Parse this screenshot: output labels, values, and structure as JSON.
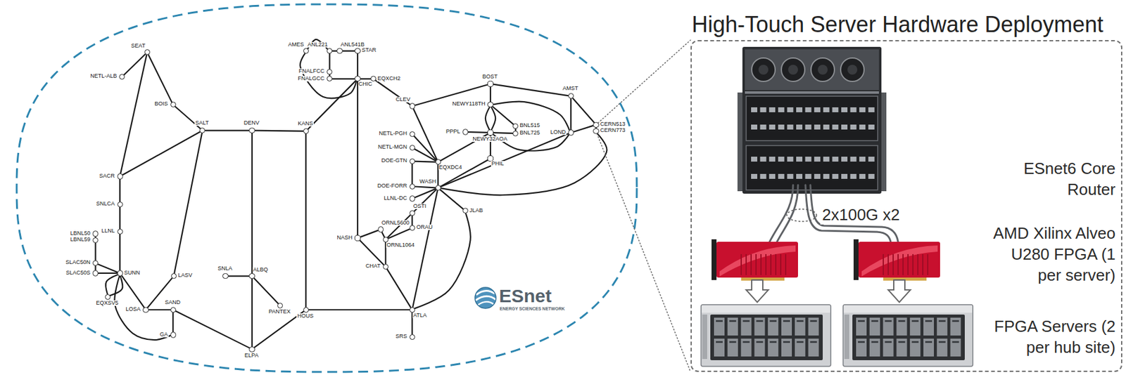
{
  "diagram": {
    "nodes": [
      {
        "text": [
          "SEAT"
        ]
      },
      {
        "text": [
          "NETL-ALB"
        ]
      },
      {
        "text": [
          "BOIS"
        ]
      },
      {
        "text": [
          "SALT"
        ]
      },
      {
        "text": [
          "SACR"
        ]
      },
      {
        "text": [
          "SNLCA"
        ]
      },
      {
        "text": [
          "LBNL50"
        ]
      },
      {
        "text": [
          "LBNL59"
        ]
      },
      {
        "text": [
          "LLNL"
        ]
      },
      {
        "text": [
          "SLAC50N"
        ]
      },
      {
        "text": [
          "SLAC50S"
        ]
      },
      {
        "text": [
          "SUNN"
        ]
      },
      {
        "text": [
          "EQXSV5"
        ]
      },
      {
        "text": [
          "LASV"
        ]
      },
      {
        "text": [
          "LOSA"
        ]
      },
      {
        "text": [
          "SAND"
        ]
      },
      {
        "text": [
          "GA"
        ]
      },
      {
        "text": [
          "DENV"
        ]
      },
      {
        "text": [
          "SNLA"
        ]
      },
      {
        "text": [
          "ALBQ"
        ]
      },
      {
        "text": [
          "PANTEX"
        ]
      },
      {
        "text": [
          "ELPA"
        ]
      },
      {
        "text": [
          "KANS"
        ]
      },
      {
        "text": [
          "HOUS"
        ]
      },
      {
        "text": [
          "AMES"
        ]
      },
      {
        "text": [
          "ANL221"
        ]
      },
      {
        "text": [
          "ANL541B"
        ]
      },
      {
        "text": [
          "STAR"
        ]
      },
      {
        "text": [
          "FNALFCC"
        ]
      },
      {
        "text": [
          "FNALGCC"
        ]
      },
      {
        "text": [
          "CHIC"
        ]
      },
      {
        "text": [
          "EQXCH2"
        ]
      },
      {
        "text": [
          "CLEV"
        ]
      },
      {
        "text": [
          "NETL-PGH"
        ]
      },
      {
        "text": [
          "NETL-MGN"
        ]
      },
      {
        "text": [
          "DOE-GTN"
        ]
      },
      {
        "text": [
          "EQXDC4"
        ]
      },
      {
        "text": [
          "DOE-FORR"
        ]
      },
      {
        "text": [
          "WASH"
        ]
      },
      {
        "text": [
          "LLNL-DC"
        ]
      },
      {
        "text": [
          "OSTI"
        ]
      },
      {
        "text": [
          "ORNL5600"
        ]
      },
      {
        "text": [
          "ORAU"
        ]
      },
      {
        "text": [
          "NASH"
        ]
      },
      {
        "text": [
          "ORNL1064"
        ]
      },
      {
        "text": [
          "CHAT"
        ]
      },
      {
        "text": [
          "ATLA"
        ]
      },
      {
        "text": [
          "SRS"
        ]
      },
      {
        "text": [
          "JLAB"
        ]
      },
      {
        "text": [
          "BOST"
        ]
      },
      {
        "text": [
          "NEWY118TH"
        ]
      },
      {
        "text": [
          "PPPL"
        ]
      },
      {
        "text": [
          "NEWY32AOA"
        ]
      },
      {
        "text": [
          "BNL515"
        ]
      },
      {
        "text": [
          "BNL725"
        ]
      },
      {
        "text": [
          "PHIL"
        ]
      },
      {
        "text": [
          "AMST"
        ]
      },
      {
        "text": [
          "LOND"
        ]
      },
      {
        "text": [
          "CERN513"
        ]
      },
      {
        "text": [
          "CERN773"
        ]
      },
      {
        "text": [
          "High-Touch Server Hardware Deployment"
        ]
      }
    ],
    "edges": [
      {
        "from": 0,
        "to": 1,
        "arrow": "none"
      },
      {
        "from": 0,
        "to": 2,
        "arrow": "none"
      },
      {
        "from": 0,
        "to": 4,
        "arrow": "none"
      },
      {
        "from": 2,
        "to": 3,
        "arrow": "none"
      },
      {
        "from": 3,
        "to": 4,
        "arrow": "none"
      },
      {
        "from": 3,
        "to": 17,
        "arrow": "none"
      },
      {
        "from": 3,
        "to": 13,
        "arrow": "none"
      },
      {
        "from": 4,
        "to": 5,
        "arrow": "none"
      },
      {
        "from": 5,
        "to": 8,
        "arrow": "none"
      },
      {
        "from": 8,
        "to": 11,
        "arrow": "none"
      },
      {
        "from": 6,
        "to": 7,
        "arrow": "none"
      },
      {
        "from": 7,
        "to": 9,
        "arrow": "none"
      },
      {
        "from": 9,
        "to": 10,
        "arrow": "none"
      },
      {
        "from": 9,
        "to": 11,
        "arrow": "none"
      },
      {
        "from": 10,
        "to": 11,
        "arrow": "none"
      },
      {
        "from": 11,
        "to": 12,
        "arrow": "none"
      },
      {
        "from": 11,
        "to": 12,
        "arrow": "none"
      },
      {
        "from": 11,
        "to": 14,
        "arrow": "none"
      },
      {
        "from": 11,
        "to": 16,
        "arrow": "none"
      },
      {
        "from": 13,
        "to": 14,
        "arrow": "none"
      },
      {
        "from": 14,
        "to": 15,
        "arrow": "none"
      },
      {
        "from": 15,
        "to": 16,
        "arrow": "none"
      },
      {
        "from": 15,
        "to": 21,
        "arrow": "none"
      },
      {
        "from": 21,
        "to": 19,
        "arrow": "none"
      },
      {
        "from": 19,
        "to": 18,
        "arrow": "none"
      },
      {
        "from": 19,
        "to": 17,
        "arrow": "none"
      },
      {
        "from": 19,
        "to": 20,
        "arrow": "none"
      },
      {
        "from": 21,
        "to": 23,
        "arrow": "none"
      },
      {
        "from": 17,
        "to": 22,
        "arrow": "none"
      },
      {
        "from": 22,
        "to": 23,
        "arrow": "none"
      },
      {
        "from": 22,
        "to": 30,
        "arrow": "none"
      },
      {
        "from": 23,
        "to": 46,
        "arrow": "none"
      },
      {
        "from": 24,
        "to": 25,
        "arrow": "none"
      },
      {
        "from": 24,
        "to": 30,
        "arrow": "none"
      },
      {
        "from": 25,
        "to": 26,
        "arrow": "none"
      },
      {
        "from": 26,
        "to": 27,
        "arrow": "none"
      },
      {
        "from": 25,
        "to": 28,
        "arrow": "none"
      },
      {
        "from": 28,
        "to": 29,
        "arrow": "none"
      },
      {
        "from": 29,
        "to": 30,
        "arrow": "none"
      },
      {
        "from": 27,
        "to": 30,
        "arrow": "none"
      },
      {
        "from": 30,
        "to": 31,
        "arrow": "none"
      },
      {
        "from": 31,
        "to": 32,
        "arrow": "none"
      },
      {
        "from": 30,
        "to": 43,
        "arrow": "none"
      },
      {
        "from": 32,
        "to": 49,
        "arrow": "none"
      },
      {
        "from": 32,
        "to": 36,
        "arrow": "none"
      },
      {
        "from": 33,
        "to": 36,
        "arrow": "none"
      },
      {
        "from": 34,
        "to": 36,
        "arrow": "none"
      },
      {
        "from": 35,
        "to": 36,
        "arrow": "none"
      },
      {
        "from": 35,
        "to": 37,
        "arrow": "none"
      },
      {
        "from": 37,
        "to": 38,
        "arrow": "none"
      },
      {
        "from": 36,
        "to": 38,
        "arrow": "none"
      },
      {
        "from": 39,
        "to": 38,
        "arrow": "none"
      },
      {
        "from": 36,
        "to": 52,
        "arrow": "none"
      },
      {
        "from": 38,
        "to": 55,
        "arrow": "none"
      },
      {
        "from": 55,
        "to": 52,
        "arrow": "none"
      },
      {
        "from": 51,
        "to": 52,
        "arrow": "none"
      },
      {
        "from": 52,
        "to": 50,
        "arrow": "none"
      },
      {
        "from": 52,
        "to": 50,
        "arrow": "none"
      },
      {
        "from": 50,
        "to": 49,
        "arrow": "none"
      },
      {
        "from": 50,
        "to": 53,
        "arrow": "none"
      },
      {
        "from": 52,
        "to": 54,
        "arrow": "none"
      },
      {
        "from": 53,
        "to": 54,
        "arrow": "none"
      },
      {
        "from": 50,
        "to": 57,
        "arrow": "none"
      },
      {
        "from": 52,
        "to": 57,
        "arrow": "none"
      },
      {
        "from": 49,
        "to": 56,
        "arrow": "none"
      },
      {
        "from": 56,
        "to": 57,
        "arrow": "none"
      },
      {
        "from": 56,
        "to": 58,
        "arrow": "none"
      },
      {
        "from": 57,
        "to": 58,
        "arrow": "none"
      },
      {
        "from": 58,
        "to": 59,
        "arrow": "none"
      },
      {
        "from": 38,
        "to": 57,
        "arrow": "none"
      },
      {
        "from": 38,
        "to": 59,
        "arrow": "none"
      },
      {
        "from": 38,
        "to": 48,
        "arrow": "none"
      },
      {
        "from": 48,
        "to": 46,
        "arrow": "none"
      },
      {
        "from": 38,
        "to": 46,
        "arrow": "none"
      },
      {
        "from": 38,
        "to": 44,
        "arrow": "none"
      },
      {
        "from": 41,
        "to": 44,
        "arrow": "none"
      },
      {
        "from": 42,
        "to": 44,
        "arrow": "none"
      },
      {
        "from": 43,
        "to": 41,
        "arrow": "none"
      },
      {
        "from": 43,
        "to": 45,
        "arrow": "none"
      },
      {
        "from": 44,
        "to": 45,
        "arrow": "none"
      },
      {
        "from": 45,
        "to": 46,
        "arrow": "none"
      },
      {
        "from": 40,
        "to": 42,
        "arrow": "none"
      },
      {
        "from": 46,
        "to": 47,
        "arrow": "none"
      },
      {
        "from": 58,
        "to": 60,
        "arrow": "none"
      },
      {
        "from": 59,
        "to": 60,
        "arrow": "none"
      }
    ],
    "labels": [
      "ESnet",
      "ENERGY SCIENCES NETWORK",
      "ESnet6 Core Router",
      "AMD Xilinx Alveo U280 FPGA (1 per server)",
      "FPGA Servers (2 per hub site)",
      "2x100G x2"
    ]
  }
}
